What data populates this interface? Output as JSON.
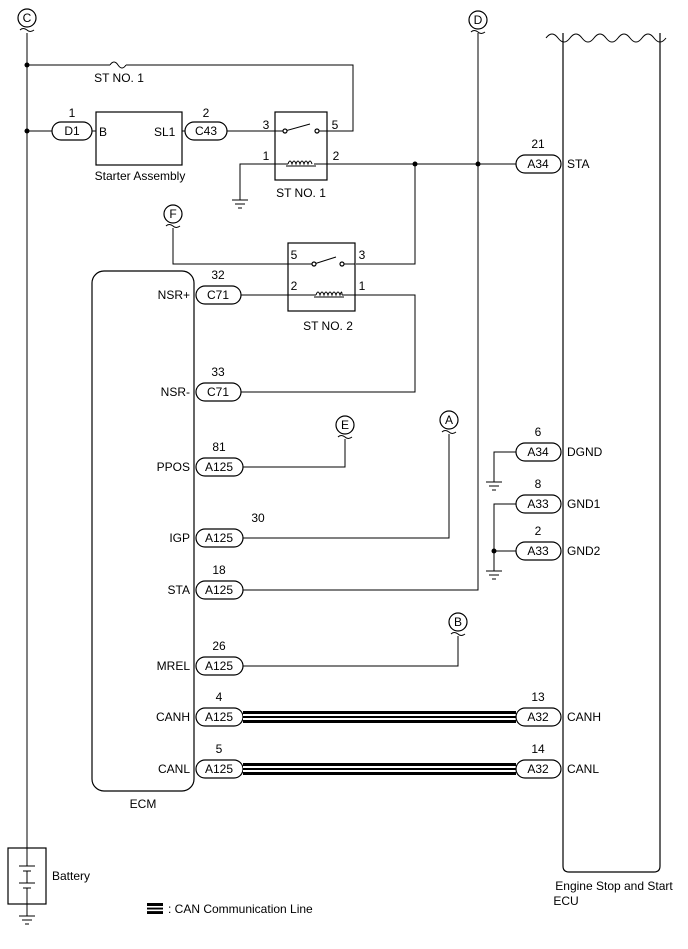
{
  "references": {
    "C": "C",
    "D": "D",
    "F": "F",
    "E": "E",
    "A": "A",
    "B": "B"
  },
  "fuse": {
    "label": "ST NO. 1"
  },
  "starter": {
    "name": "Starter Assembly",
    "pin_b": "B",
    "pin_sl1": "SL1",
    "conn_d1": "D1",
    "conn_d1_pin": "1",
    "conn_c43": "C43",
    "conn_c43_pin": "2"
  },
  "relay1": {
    "name": "ST NO. 1",
    "pin3": "3",
    "pin5": "5",
    "pin1": "1",
    "pin2": "2"
  },
  "relay2": {
    "name": "ST NO. 2",
    "pin5": "5",
    "pin3": "3",
    "pin2": "2",
    "pin1": "1"
  },
  "ecm": {
    "name": "ECM",
    "terminals": [
      {
        "name": "NSR+",
        "conn": "C71",
        "pin": "32"
      },
      {
        "name": "NSR-",
        "conn": "C71",
        "pin": "33"
      },
      {
        "name": "PPOS",
        "conn": "A125",
        "pin": "81"
      },
      {
        "name": "IGP",
        "conn": "A125",
        "pin": "30"
      },
      {
        "name": "STA",
        "conn": "A125",
        "pin": "18"
      },
      {
        "name": "MREL",
        "conn": "A125",
        "pin": "26"
      },
      {
        "name": "CANH",
        "conn": "A125",
        "pin": "4"
      },
      {
        "name": "CANL",
        "conn": "A125",
        "pin": "5"
      }
    ]
  },
  "ess_ecu": {
    "name_line1": "Engine Stop and Start",
    "name_line2": "ECU",
    "terminals": [
      {
        "name": "STA",
        "conn": "A34",
        "pin": "21"
      },
      {
        "name": "DGND",
        "conn": "A34",
        "pin": "6"
      },
      {
        "name": "GND1",
        "conn": "A33",
        "pin": "8"
      },
      {
        "name": "GND2",
        "conn": "A33",
        "pin": "2"
      },
      {
        "name": "CANH",
        "conn": "A32",
        "pin": "13"
      },
      {
        "name": "CANL",
        "conn": "A32",
        "pin": "14"
      }
    ]
  },
  "battery": {
    "label": "Battery"
  },
  "legend": {
    "can_line": ": CAN Communication Line"
  }
}
